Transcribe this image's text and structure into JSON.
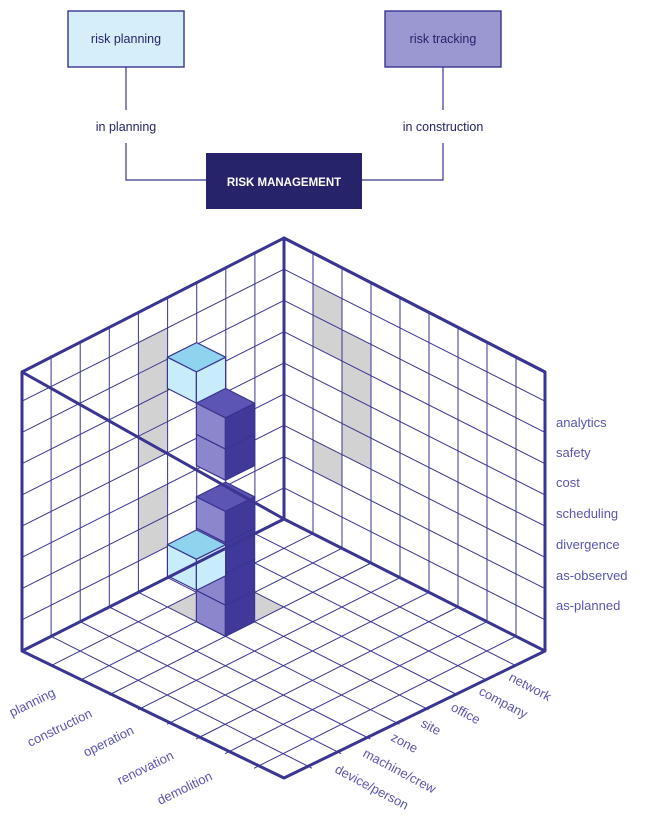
{
  "flow": {
    "risk_planning": "risk planning",
    "risk_tracking": "risk tracking",
    "in_planning": "in planning",
    "in_construction": "in construction",
    "risk_management": "RISK MANAGEMENT"
  },
  "axes": {
    "right": [
      "analytics",
      "safety",
      "cost",
      "scheduling",
      "divergence",
      "as-observed",
      "as-planned"
    ],
    "left": [
      "planning",
      "construction",
      "operation",
      "renovation",
      "demolition"
    ],
    "bottom_right": [
      "network",
      "company",
      "office",
      "site",
      "zone",
      "machine/crew",
      "device/person"
    ]
  },
  "colors": {
    "accent": "#2f2a8a",
    "dark_box": "#27236b",
    "planning_fill": "#d6eefa",
    "tracking_fill": "#9b97d0",
    "grid_line": "#3a3590",
    "axis_text": "#5a54b0",
    "shadow": "#d2d2d2",
    "cube_light_top": "#8fd3ee",
    "cube_light_front": "#c8ecfa",
    "cube_mid": "#8c86cc",
    "cube_dark_top": "#5c55b3",
    "cube_dark_side": "#3f399a"
  }
}
